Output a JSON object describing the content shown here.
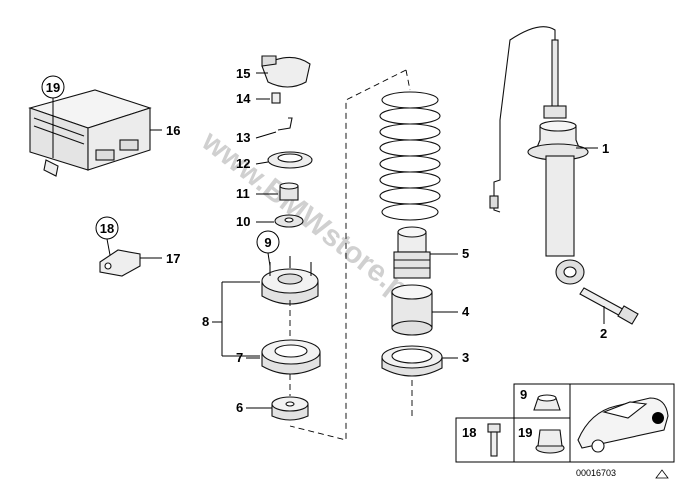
{
  "watermark": "www.BMWstore.pl",
  "diagram_id": "00016703",
  "callouts": {
    "c1": "1",
    "c2": "2",
    "c3": "3",
    "c4": "4",
    "c5": "5",
    "c6": "6",
    "c7": "7",
    "c8": "8",
    "c9": "9",
    "c10": "10",
    "c11": "11",
    "c12": "12",
    "c13": "13",
    "c14": "14",
    "c15": "15",
    "c16": "16",
    "c17": "17",
    "c18": "18",
    "c19": "19"
  },
  "legend": {
    "nut_label": "9",
    "bolt_label": "18",
    "nut_washer_label": "19"
  },
  "colors": {
    "line": "#000000",
    "part_fill": "#f2f2f2",
    "watermark": "#d0d0d0"
  }
}
